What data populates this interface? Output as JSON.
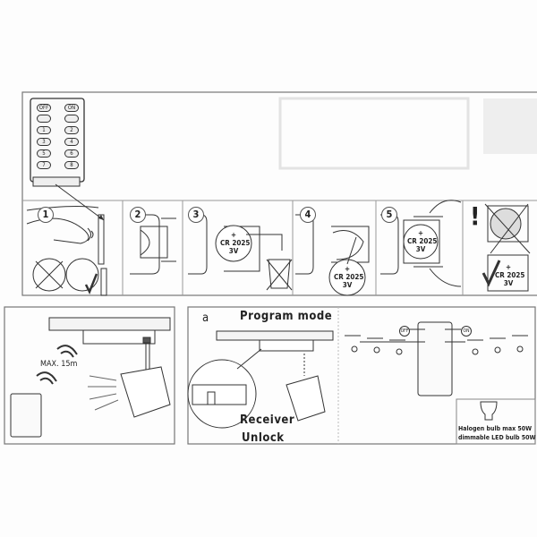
{
  "battery_steps": {
    "steps": [
      {
        "number": "1"
      },
      {
        "number": "2"
      },
      {
        "number": "3"
      },
      {
        "number": "4"
      },
      {
        "number": "5"
      }
    ],
    "battery": {
      "polarity": "+",
      "model": "CR 2025",
      "voltage": "3V"
    },
    "warning": "!"
  },
  "remote": {
    "top_keys": [
      "OFF",
      "ON"
    ],
    "number_keys": [
      "1",
      "2",
      "3",
      "4",
      "5",
      "6",
      "7",
      "8"
    ]
  },
  "range_panel": {
    "range_label": "MAX. 15m"
  },
  "program_panel": {
    "marker": "a",
    "title": "Program mode",
    "receiver_label": "Receiver",
    "unlock_label": "Unlock"
  },
  "pairing_panel": {
    "off_label": "OFF",
    "on_label": "ON",
    "bulb_note": [
      "Halogen bulb max 50W",
      "dimmable LED bulb 50W"
    ]
  }
}
